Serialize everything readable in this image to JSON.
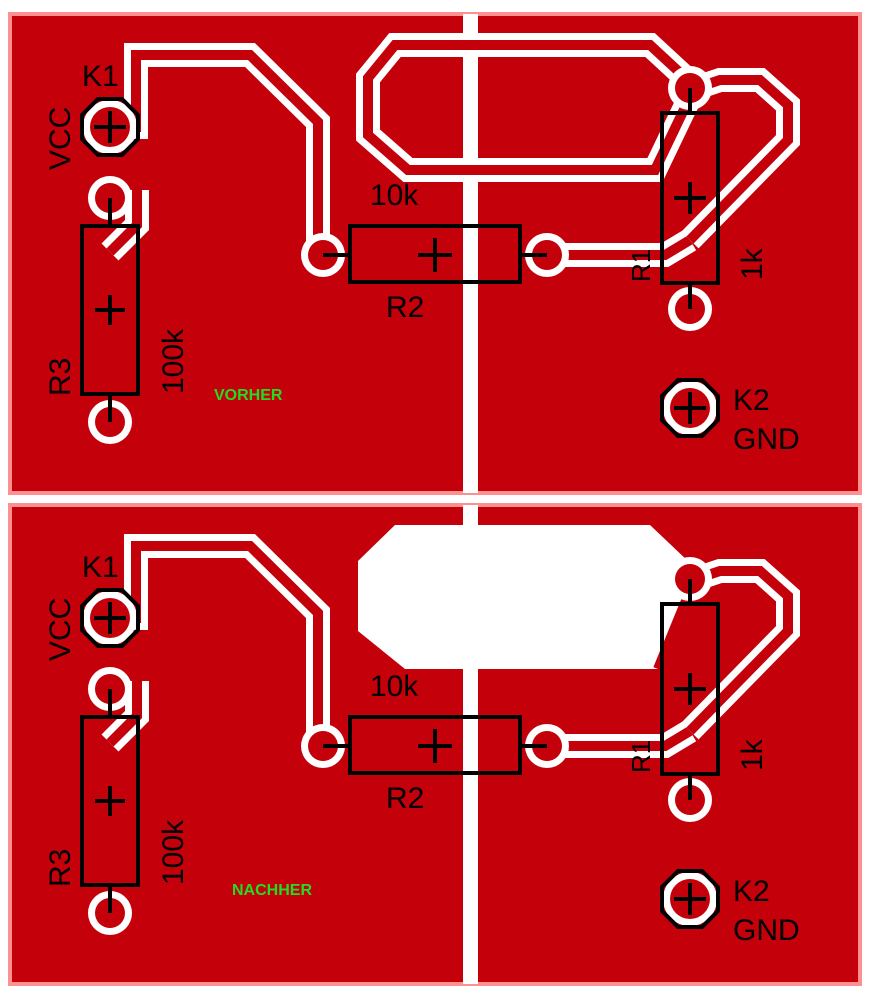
{
  "colors": {
    "board": "#c4000a",
    "border": "#ff9090",
    "clearance": "#ffffff",
    "silkscreen": "#000000",
    "note": "#22dd22"
  },
  "panels": [
    {
      "note": "VORHER",
      "labels": {
        "k1": "K1",
        "vcc": "VCC",
        "r3": "R3",
        "r3_value": "100k",
        "r2_value": "10k",
        "r2": "R2",
        "r1": "R1",
        "r1_value": "1k",
        "k2": "K2",
        "gnd": "GND"
      }
    },
    {
      "note": "NACHHER",
      "labels": {
        "k1": "K1",
        "vcc": "VCC",
        "r3": "R3",
        "r3_value": "100k",
        "r2_value": "10k",
        "r2": "R2",
        "r1": "R1",
        "r1_value": "1k",
        "k2": "K2",
        "gnd": "GND"
      }
    }
  ]
}
